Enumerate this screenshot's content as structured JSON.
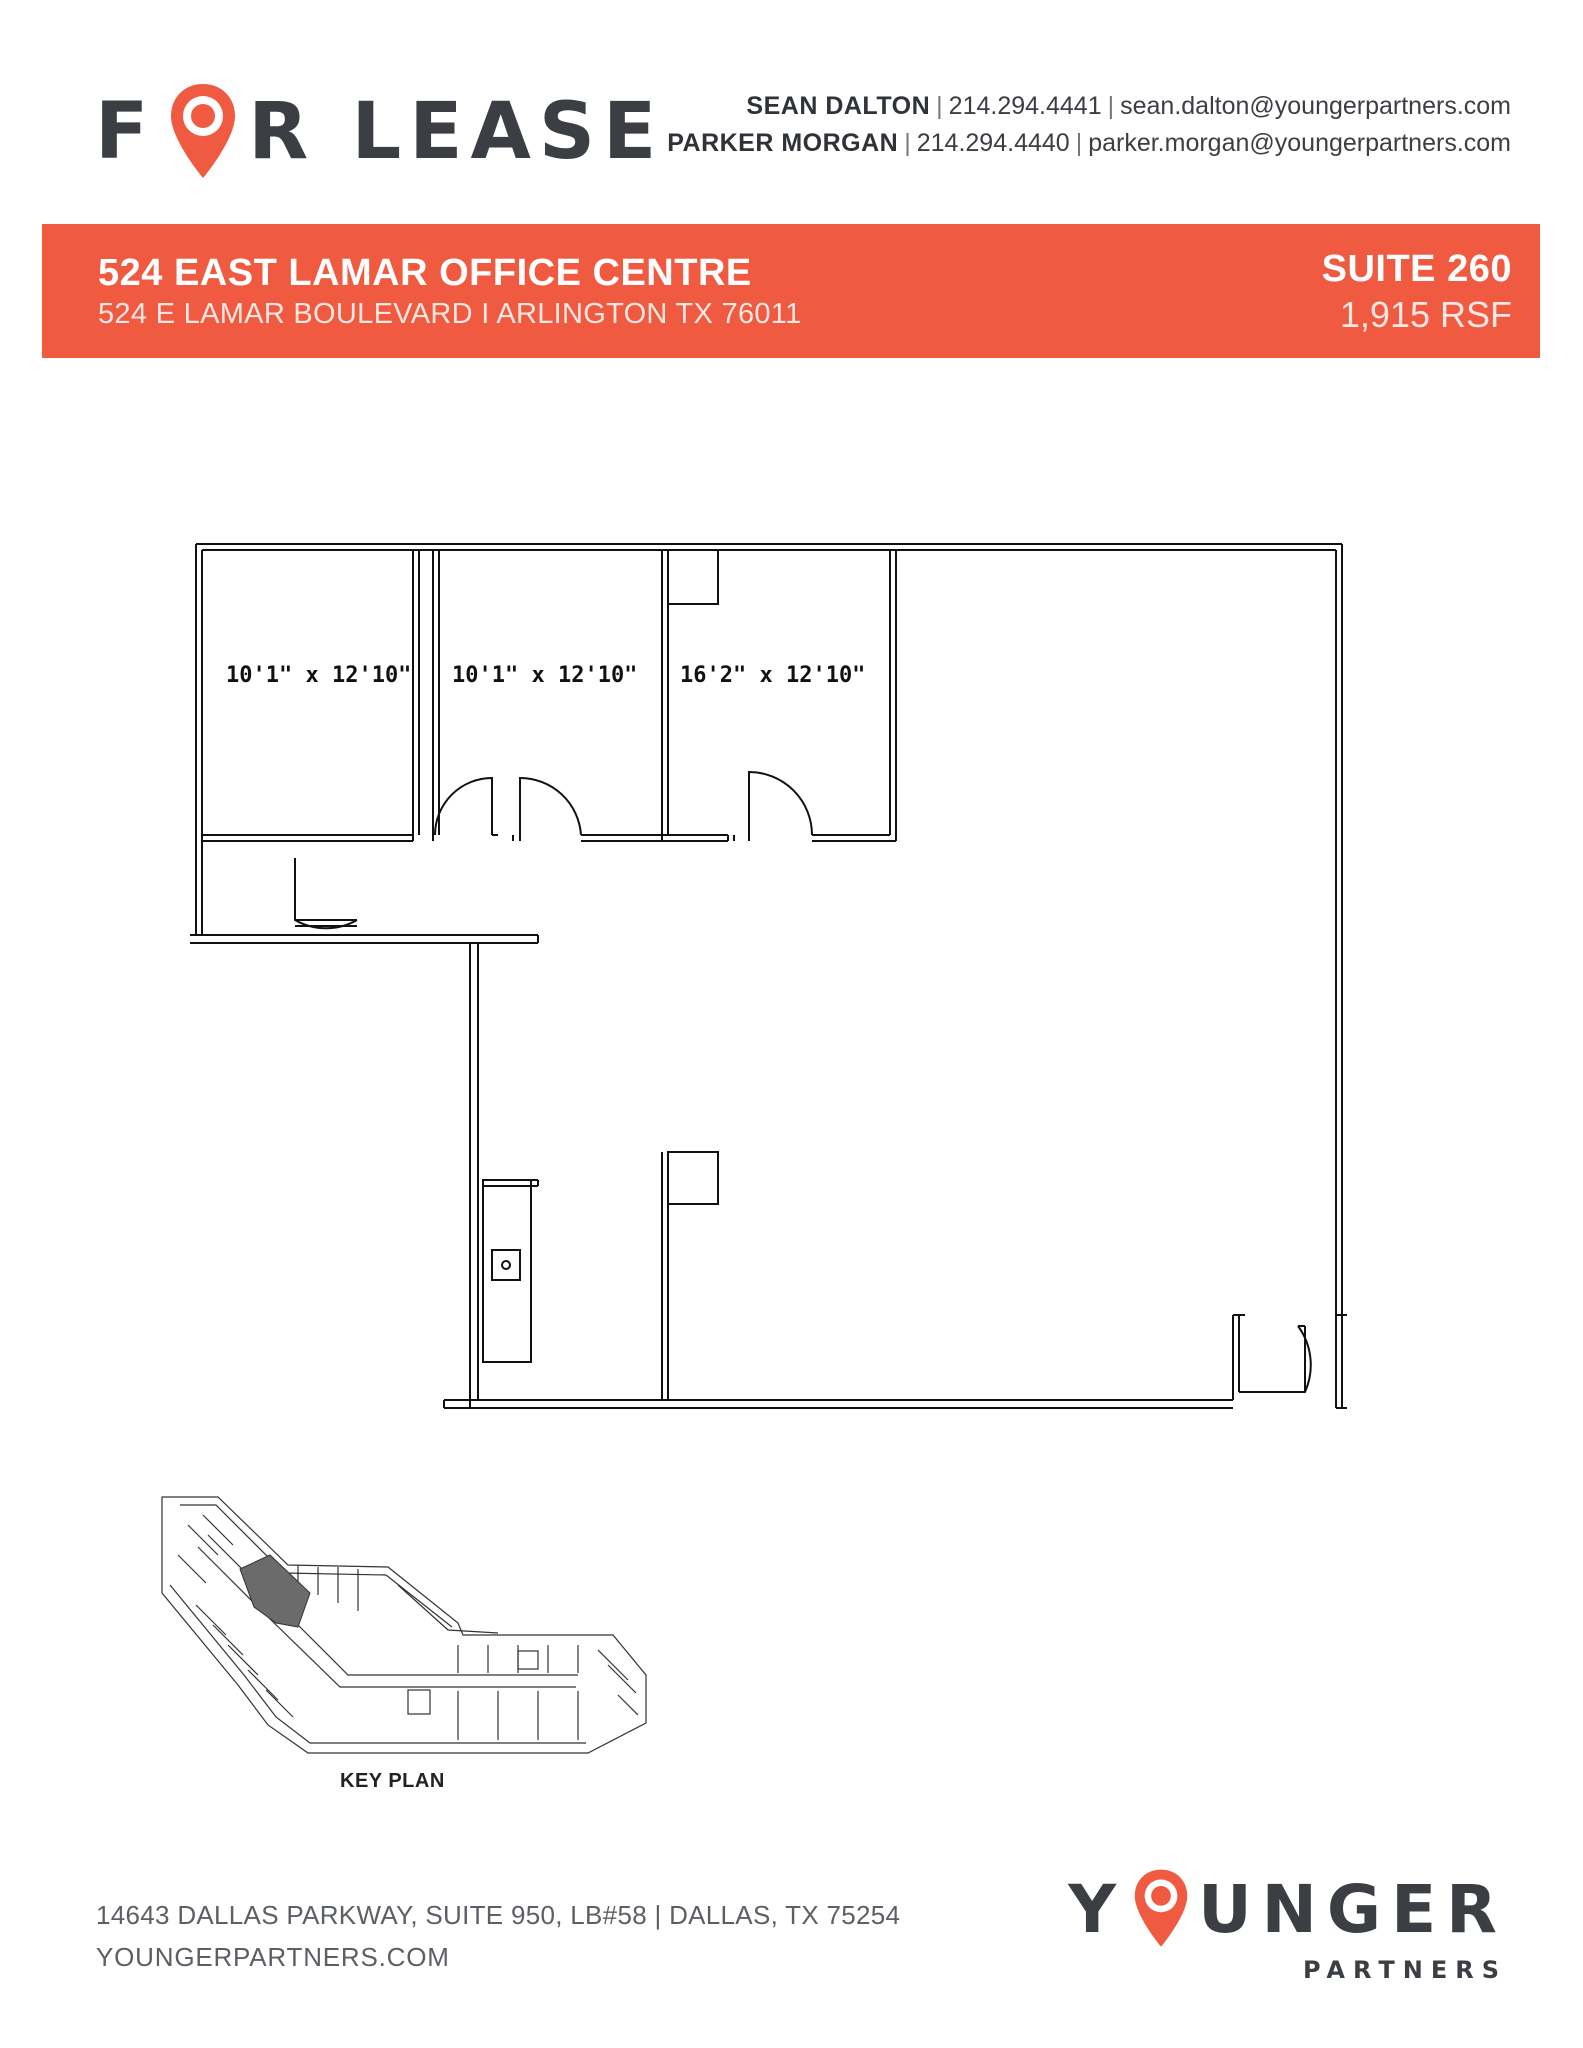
{
  "header": {
    "title_part1": "F",
    "title_part2": "R LEASE",
    "pin_icon": "location-pin-icon",
    "accent_color": "#ef5a40"
  },
  "contacts": [
    {
      "name": "SEAN DALTON",
      "phone": "214.294.4441",
      "email": "sean.dalton@youngerpartners.com"
    },
    {
      "name": "PARKER MORGAN",
      "phone": "214.294.4440",
      "email": "parker.morgan@youngerpartners.com"
    }
  ],
  "banner": {
    "property_name": "524 EAST LAMAR OFFICE CENTRE",
    "address": "524 E LAMAR BOULEVARD  I  ARLINGTON TX 76011",
    "suite": "SUITE 260",
    "area": "1,915 RSF"
  },
  "floorplan": {
    "rooms": [
      {
        "dimensions": "10'1\" x 12'10\""
      },
      {
        "dimensions": "10'1\" x 12'10\""
      },
      {
        "dimensions": "16'2\" x 12'10\""
      }
    ]
  },
  "keyplan": {
    "label": "KEY PLAN"
  },
  "footer": {
    "address": "14643 DALLAS PARKWAY, SUITE 950, LB#58 | DALLAS, TX 75254",
    "website": "YOUNGERPARTNERS.COM"
  },
  "brand": {
    "main_part1": "Y",
    "main_part2": "UNGER",
    "sub": "PARTNERS"
  }
}
